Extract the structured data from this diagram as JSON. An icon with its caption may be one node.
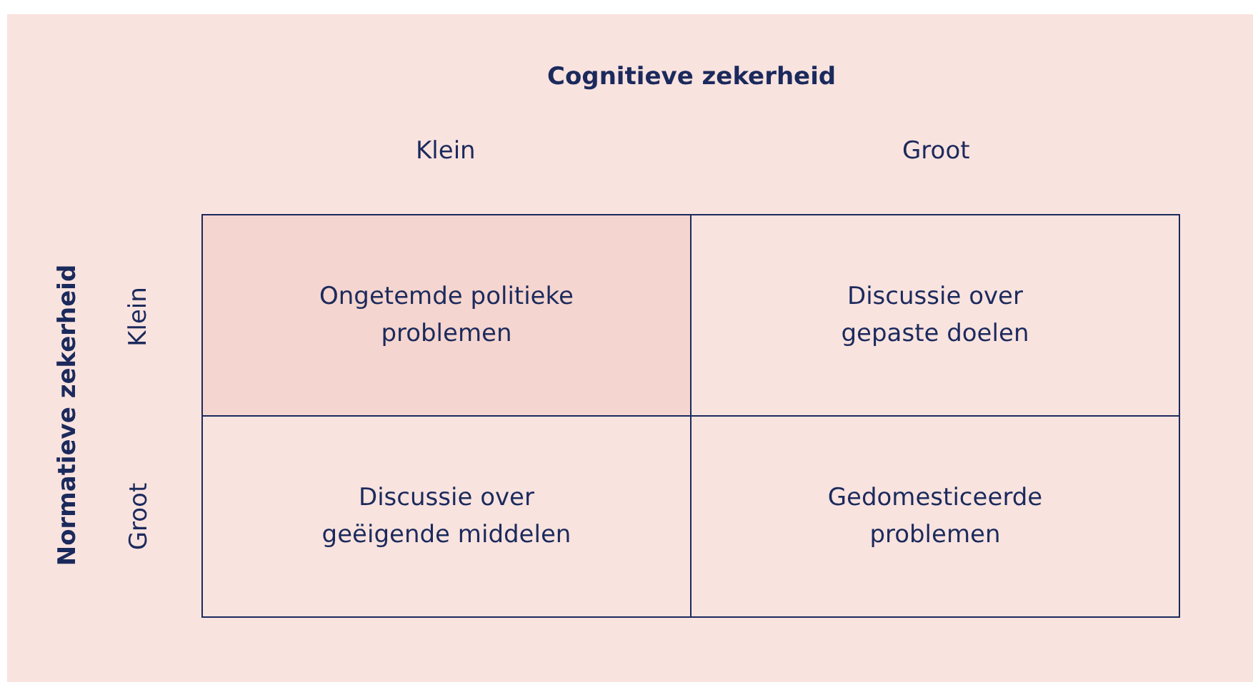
{
  "diagram": {
    "nodes": [
      {
        "text": [
          "Ongetemde politieke problemen"
        ]
      },
      {
        "text": [
          "Discussie over gepaste doelen"
        ]
      },
      {
        "text": [
          "Discussie over geëigende middelen"
        ]
      },
      {
        "text": [
          "Gedomesticeerde problemen"
        ]
      }
    ],
    "labels": [
      "Cognitieve zekerheid",
      "Klein",
      "Groot",
      "Normatieve zekerheid",
      "Klein",
      "Groot"
    ]
  }
}
